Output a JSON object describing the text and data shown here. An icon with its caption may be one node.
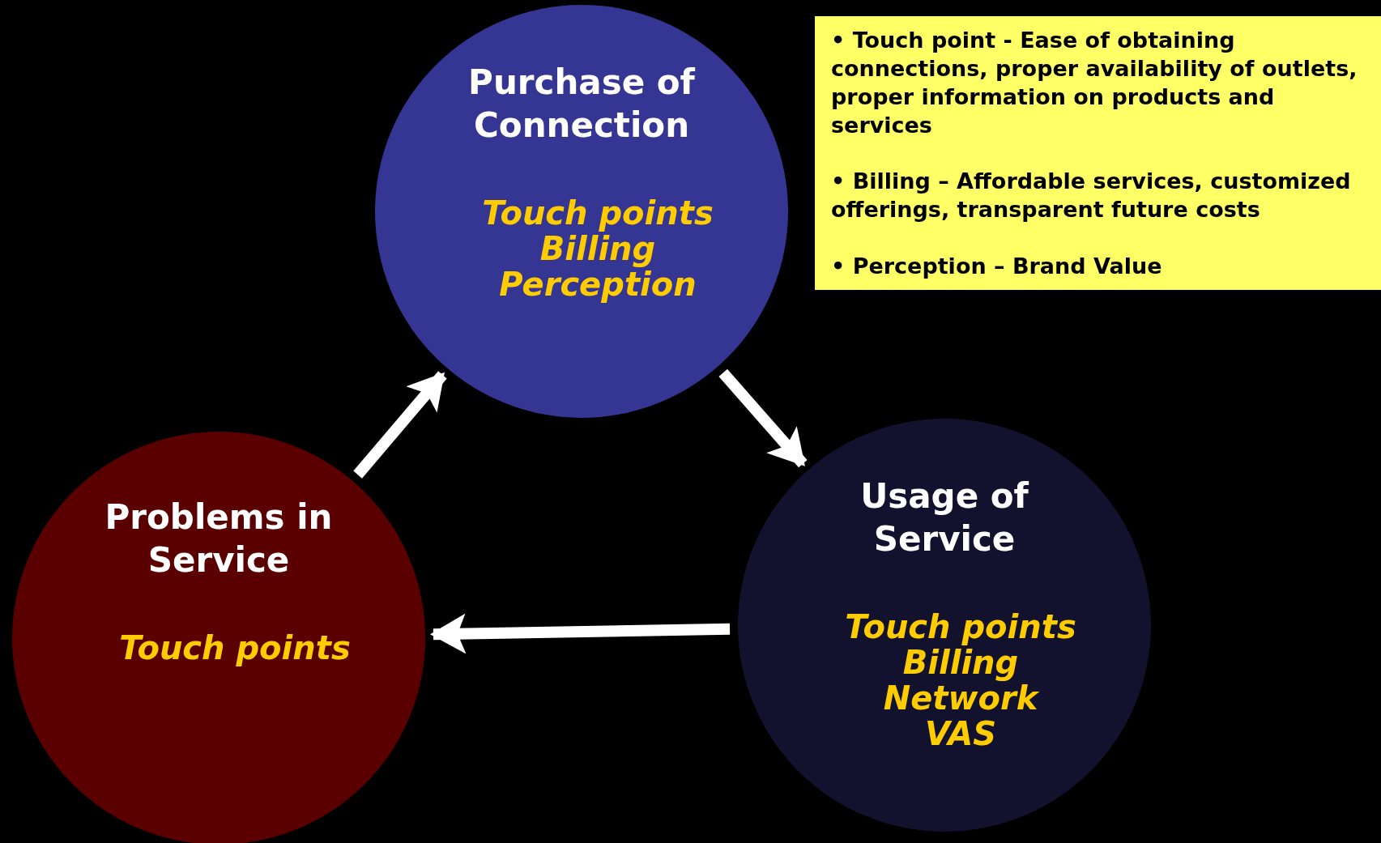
{
  "diagram": {
    "nodes": [
      {
        "text": [
          "Purchase of Connection",
          "Touch points",
          "Billing",
          "Perception"
        ]
      },
      {
        "text": [
          "• Touch point - Ease of obtaining connections, proper availability of outlets, proper information on products and services",
          "• Billing – Affordable services, customized offerings, transparent future costs",
          "• Perception – Brand Value"
        ]
      },
      {
        "text": [
          "Usage of Service",
          "Touch points",
          "Billing",
          "Network",
          "VAS"
        ]
      },
      {
        "text": [
          "Problems in Service",
          "Touch points"
        ]
      }
    ],
    "edges": [
      {
        "from": 0,
        "to": 2,
        "arrow": "to"
      },
      {
        "from": 2,
        "to": 3,
        "arrow": "to"
      },
      {
        "from": 3,
        "to": 0,
        "arrow": "to"
      }
    ]
  }
}
